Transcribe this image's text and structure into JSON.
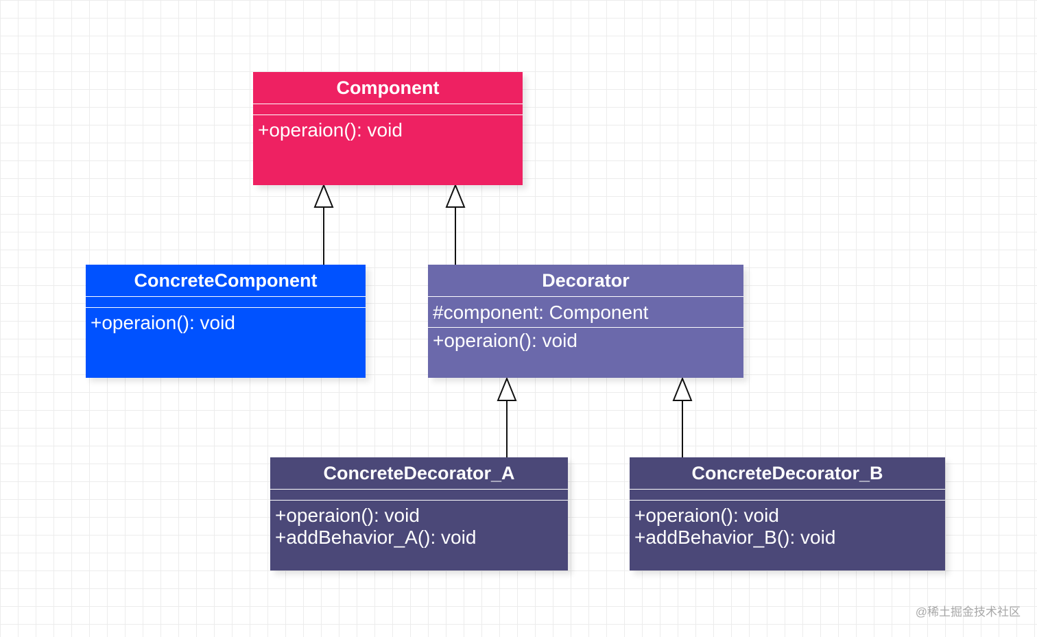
{
  "colors": {
    "component": "#ee2162",
    "concrete_component": "#0052ff",
    "decorator": "#6b69ab",
    "concrete_decorator": "#4b4878"
  },
  "classes": {
    "component": {
      "name": "Component",
      "attributes": [],
      "methods": [
        "+operaion(): void"
      ]
    },
    "concrete_component": {
      "name": "ConcreteComponent",
      "attributes": [],
      "methods": [
        "+operaion(): void"
      ]
    },
    "decorator": {
      "name": "Decorator",
      "attributes": [
        "#component: Component"
      ],
      "methods": [
        "+operaion(): void"
      ]
    },
    "concrete_decorator_a": {
      "name": "ConcreteDecorator_A",
      "attributes": [],
      "methods": [
        "+operaion(): void",
        "+addBehavior_A(): void"
      ]
    },
    "concrete_decorator_b": {
      "name": "ConcreteDecorator_B",
      "attributes": [],
      "methods": [
        "+operaion(): void",
        "+addBehavior_B(): void"
      ]
    }
  },
  "relations": [
    {
      "from": "ConcreteComponent",
      "to": "Component",
      "type": "inheritance"
    },
    {
      "from": "Decorator",
      "to": "Component",
      "type": "inheritance"
    },
    {
      "from": "ConcreteDecorator_A",
      "to": "Decorator",
      "type": "inheritance"
    },
    {
      "from": "ConcreteDecorator_B",
      "to": "Decorator",
      "type": "inheritance"
    }
  ],
  "watermark": "@稀土掘金技术社区"
}
